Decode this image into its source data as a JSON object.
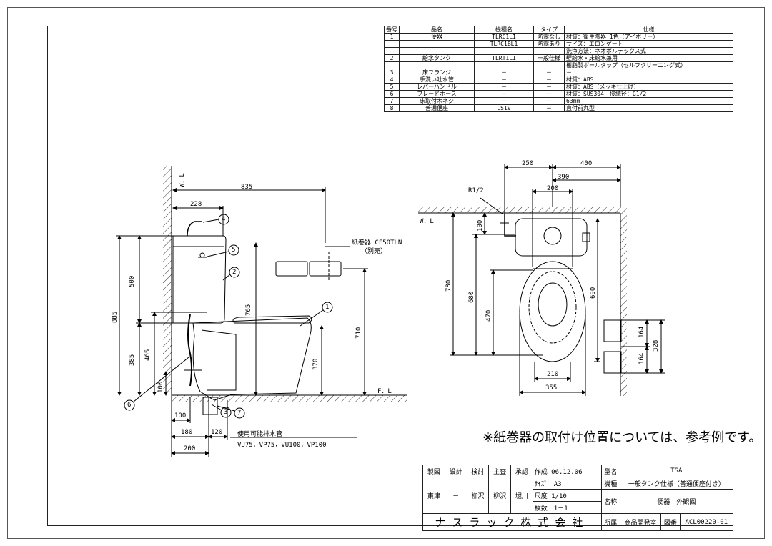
{
  "parts_table": {
    "headers": {
      "no": "番号",
      "name": "品名",
      "model": "機種名",
      "type": "タイプ",
      "spec": "仕様"
    },
    "rows": [
      {
        "no": "1",
        "name": "便器",
        "model": "TLRC1L1",
        "type": "防露なし",
        "spec": "材質：衛生陶器 1色（アイボリー）"
      },
      {
        "no": "",
        "name": "",
        "model": "TLRC1BL1",
        "type": "防露あり",
        "spec": "サイズ：エロンゲート"
      },
      {
        "no": "",
        "name": "",
        "model": "",
        "type": "",
        "spec": "洗浄方法：ネオボルテックス式"
      },
      {
        "no": "2",
        "name": "給水タンク",
        "model": "TLRT1L1",
        "type": "一般仕様",
        "spec": "壁給水・床給水兼用"
      },
      {
        "no": "",
        "name": "",
        "model": "",
        "type": "",
        "spec": "樹脂製ボールタップ（セルフクリーニング式）"
      },
      {
        "no": "3",
        "name": "床フランジ",
        "model": "－",
        "type": "－",
        "spec": "－"
      },
      {
        "no": "4",
        "name": "手洗い吐水管",
        "model": "－",
        "type": "－",
        "spec": "材質：ABS"
      },
      {
        "no": "5",
        "name": "レバーハンドル",
        "model": "－",
        "type": "－",
        "spec": "材質：ABS（メッキ仕上げ）"
      },
      {
        "no": "6",
        "name": "ブレードホース",
        "model": "－",
        "type": "－",
        "spec": "材質：SUS304　接続径：G1/2"
      },
      {
        "no": "7",
        "name": "床取付木ネジ",
        "model": "－",
        "type": "－",
        "spec": "63mm"
      },
      {
        "no": "8",
        "name": "普通便座",
        "model": "CS1V",
        "type": "－",
        "spec": "直付前丸型"
      }
    ]
  },
  "side_view": {
    "wl": "W．L",
    "fl": "F．L",
    "dims": {
      "d835": "835",
      "d228": "228",
      "d500": "500",
      "d885": "885",
      "d385": "385",
      "d465": "465",
      "d765": "765",
      "d710": "710",
      "d370": "370",
      "d100v": "100",
      "d100": "100",
      "d180": "180",
      "d120": "120",
      "d200": "200"
    },
    "balloons": {
      "b1": "1",
      "b2": "2",
      "b3": "3",
      "b4": "4",
      "b5": "5",
      "b6": "6",
      "b7": "7"
    },
    "paper_holder": "紙巻器 CF50TLN",
    "paper_holder_note": "（別売）",
    "drain_title": "使用可能排水管",
    "drain_types": "VU75，VP75，VU100，VP100"
  },
  "plan_view": {
    "wl": "W．L",
    "r12": "R1/2",
    "dims": {
      "d250": "250",
      "d400": "400",
      "d390": "390",
      "d200": "200",
      "d100": "100",
      "d780": "780",
      "d680": "680",
      "d470": "470",
      "d690": "690",
      "d210": "210",
      "d355": "355",
      "d164a": "164",
      "d164b": "164",
      "d328": "328"
    }
  },
  "note": "※紙巻器の取付け位置については、参考例です。",
  "title_block": {
    "h_seizu": "製図",
    "h_sekkei": "設計",
    "h_kento": "検討",
    "h_shusa": "主査",
    "h_shonin": "承認",
    "s_seizu": "東津",
    "s_sekkei": "－",
    "s_kento": "柳沢",
    "s_shusa": "柳沢",
    "s_shonin": "堀川",
    "created": "作成 06.12.06",
    "size": "ｻｲｽﾞ　A3",
    "scale": "尺度 1/10",
    "sheets": "枚数　1－1",
    "model_label": "型名",
    "model": "TSA",
    "kind_label": "機種",
    "kind": "一般タンク仕様（普通便座付き）",
    "name_label": "名称",
    "name": "便器　外観図",
    "company": "ナスラック株式会社",
    "dept_label": "所属",
    "dept": "商品開発室",
    "drawing_no_label": "図番",
    "drawing_no": "ACL00220-01"
  }
}
